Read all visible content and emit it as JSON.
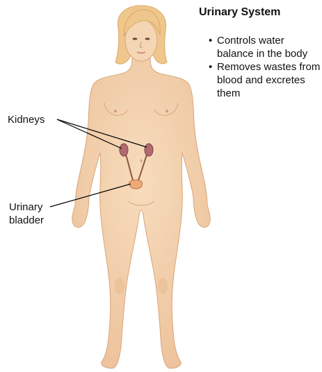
{
  "title": "Urinary System",
  "bullets": [
    "Controls water balance in the body",
    "Removes wastes from blood and excretes them"
  ],
  "labels": {
    "kidneys": "Kidneys",
    "bladder": "Urinary bladder"
  },
  "colors": {
    "skin": "#f3d2ae",
    "skin_shadow": "#e7b991",
    "hair": "#efc78c",
    "kidney": "#b06a70",
    "ureter": "#8a5a3a",
    "bladder": "#f0a978",
    "leader_line": "#000000"
  }
}
